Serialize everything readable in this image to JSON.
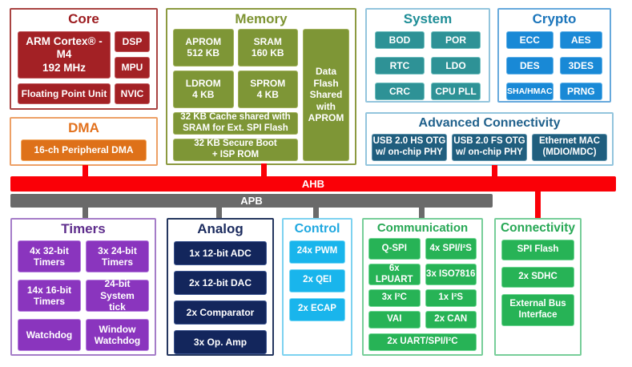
{
  "colors": {
    "core_red": "#a32125",
    "core_title": "#9c1b1f",
    "dma_orange": "#de7119",
    "memory_olive": "#7e9636",
    "system_teal": "#2e9296",
    "crypto_blue": "#1989d6",
    "advconn_dark_teal": "#205e7e",
    "advconn_title": "#20618c",
    "ahb_red": "#fa0007",
    "apb_gray": "#6a6a6a",
    "timers_purple": "#8a35be",
    "timers_title": "#5e2d8c",
    "analog_navy": "#13265c",
    "control_cyan": "#19b5ec",
    "comm_green": "#27b356",
    "comm_title": "#27a855"
  },
  "buses": {
    "ahb": "AHB",
    "apb": "APB"
  },
  "sections": {
    "core": {
      "title": "Core",
      "cpu": "ARM Cortex® -M4\n192 MHz",
      "dsp": "DSP",
      "mpu": "MPU",
      "fpu": "Floating Point Unit",
      "nvic": "NVIC"
    },
    "dma": {
      "title": "DMA",
      "block": "16-ch Peripheral DMA"
    },
    "memory": {
      "title": "Memory",
      "aprom": "APROM\n512 KB",
      "sram": "SRAM\n160 KB",
      "ldrom": "LDROM\n4 KB",
      "sprom": "SPROM\n4 KB",
      "cache": "32 KB Cache shared with SRAM for  Ext. SPI Flash",
      "secure_boot": "32 KB Secure Boot\n+ ISP ROM",
      "data_flash": "Data Flash Shared with APROM"
    },
    "system": {
      "title": "System",
      "blocks": [
        "BOD",
        "POR",
        "RTC",
        "LDO",
        "CRC",
        "CPU PLL"
      ]
    },
    "crypto": {
      "title": "Crypto",
      "blocks": [
        "ECC",
        "AES",
        "DES",
        "3DES",
        "SHA/HMAC",
        "PRNG"
      ]
    },
    "advconn": {
      "title": "Advanced Connectivity",
      "blocks": [
        "USB 2.0 HS OTG\nw/ on-chip PHY",
        "USB 2.0 FS OTG\nw/ on-chip PHY",
        "Ethernet MAC\n(MDIO/MDC)"
      ]
    },
    "timers": {
      "title": "Timers",
      "blocks": [
        "4x 32-bit\nTimers",
        "3x 24-bit\nTimers",
        "14x 16-bit\nTimers",
        "24-bit System\ntick",
        "Watchdog",
        "Window\nWatchdog"
      ]
    },
    "analog": {
      "title": "Analog",
      "blocks": [
        "1x 12-bit ADC",
        "2x 12-bit DAC",
        "2x Comparator",
        "3x Op. Amp"
      ]
    },
    "control": {
      "title": "Control",
      "blocks": [
        "24x PWM",
        "2x QEI",
        "2x ECAP"
      ]
    },
    "comm": {
      "title": "Communication",
      "blocks": [
        "Q-SPI",
        "4x SPI/I²S",
        "6x LPUART",
        "3x ISO7816",
        "3x I²C",
        "1x I²S",
        "VAI",
        "2x CAN"
      ],
      "wide_block": "2x UART/SPI/I²C"
    },
    "conn": {
      "title": "Connectivity",
      "blocks": [
        "SPI Flash",
        "2x SDHC",
        "External Bus\nInterface"
      ]
    }
  }
}
